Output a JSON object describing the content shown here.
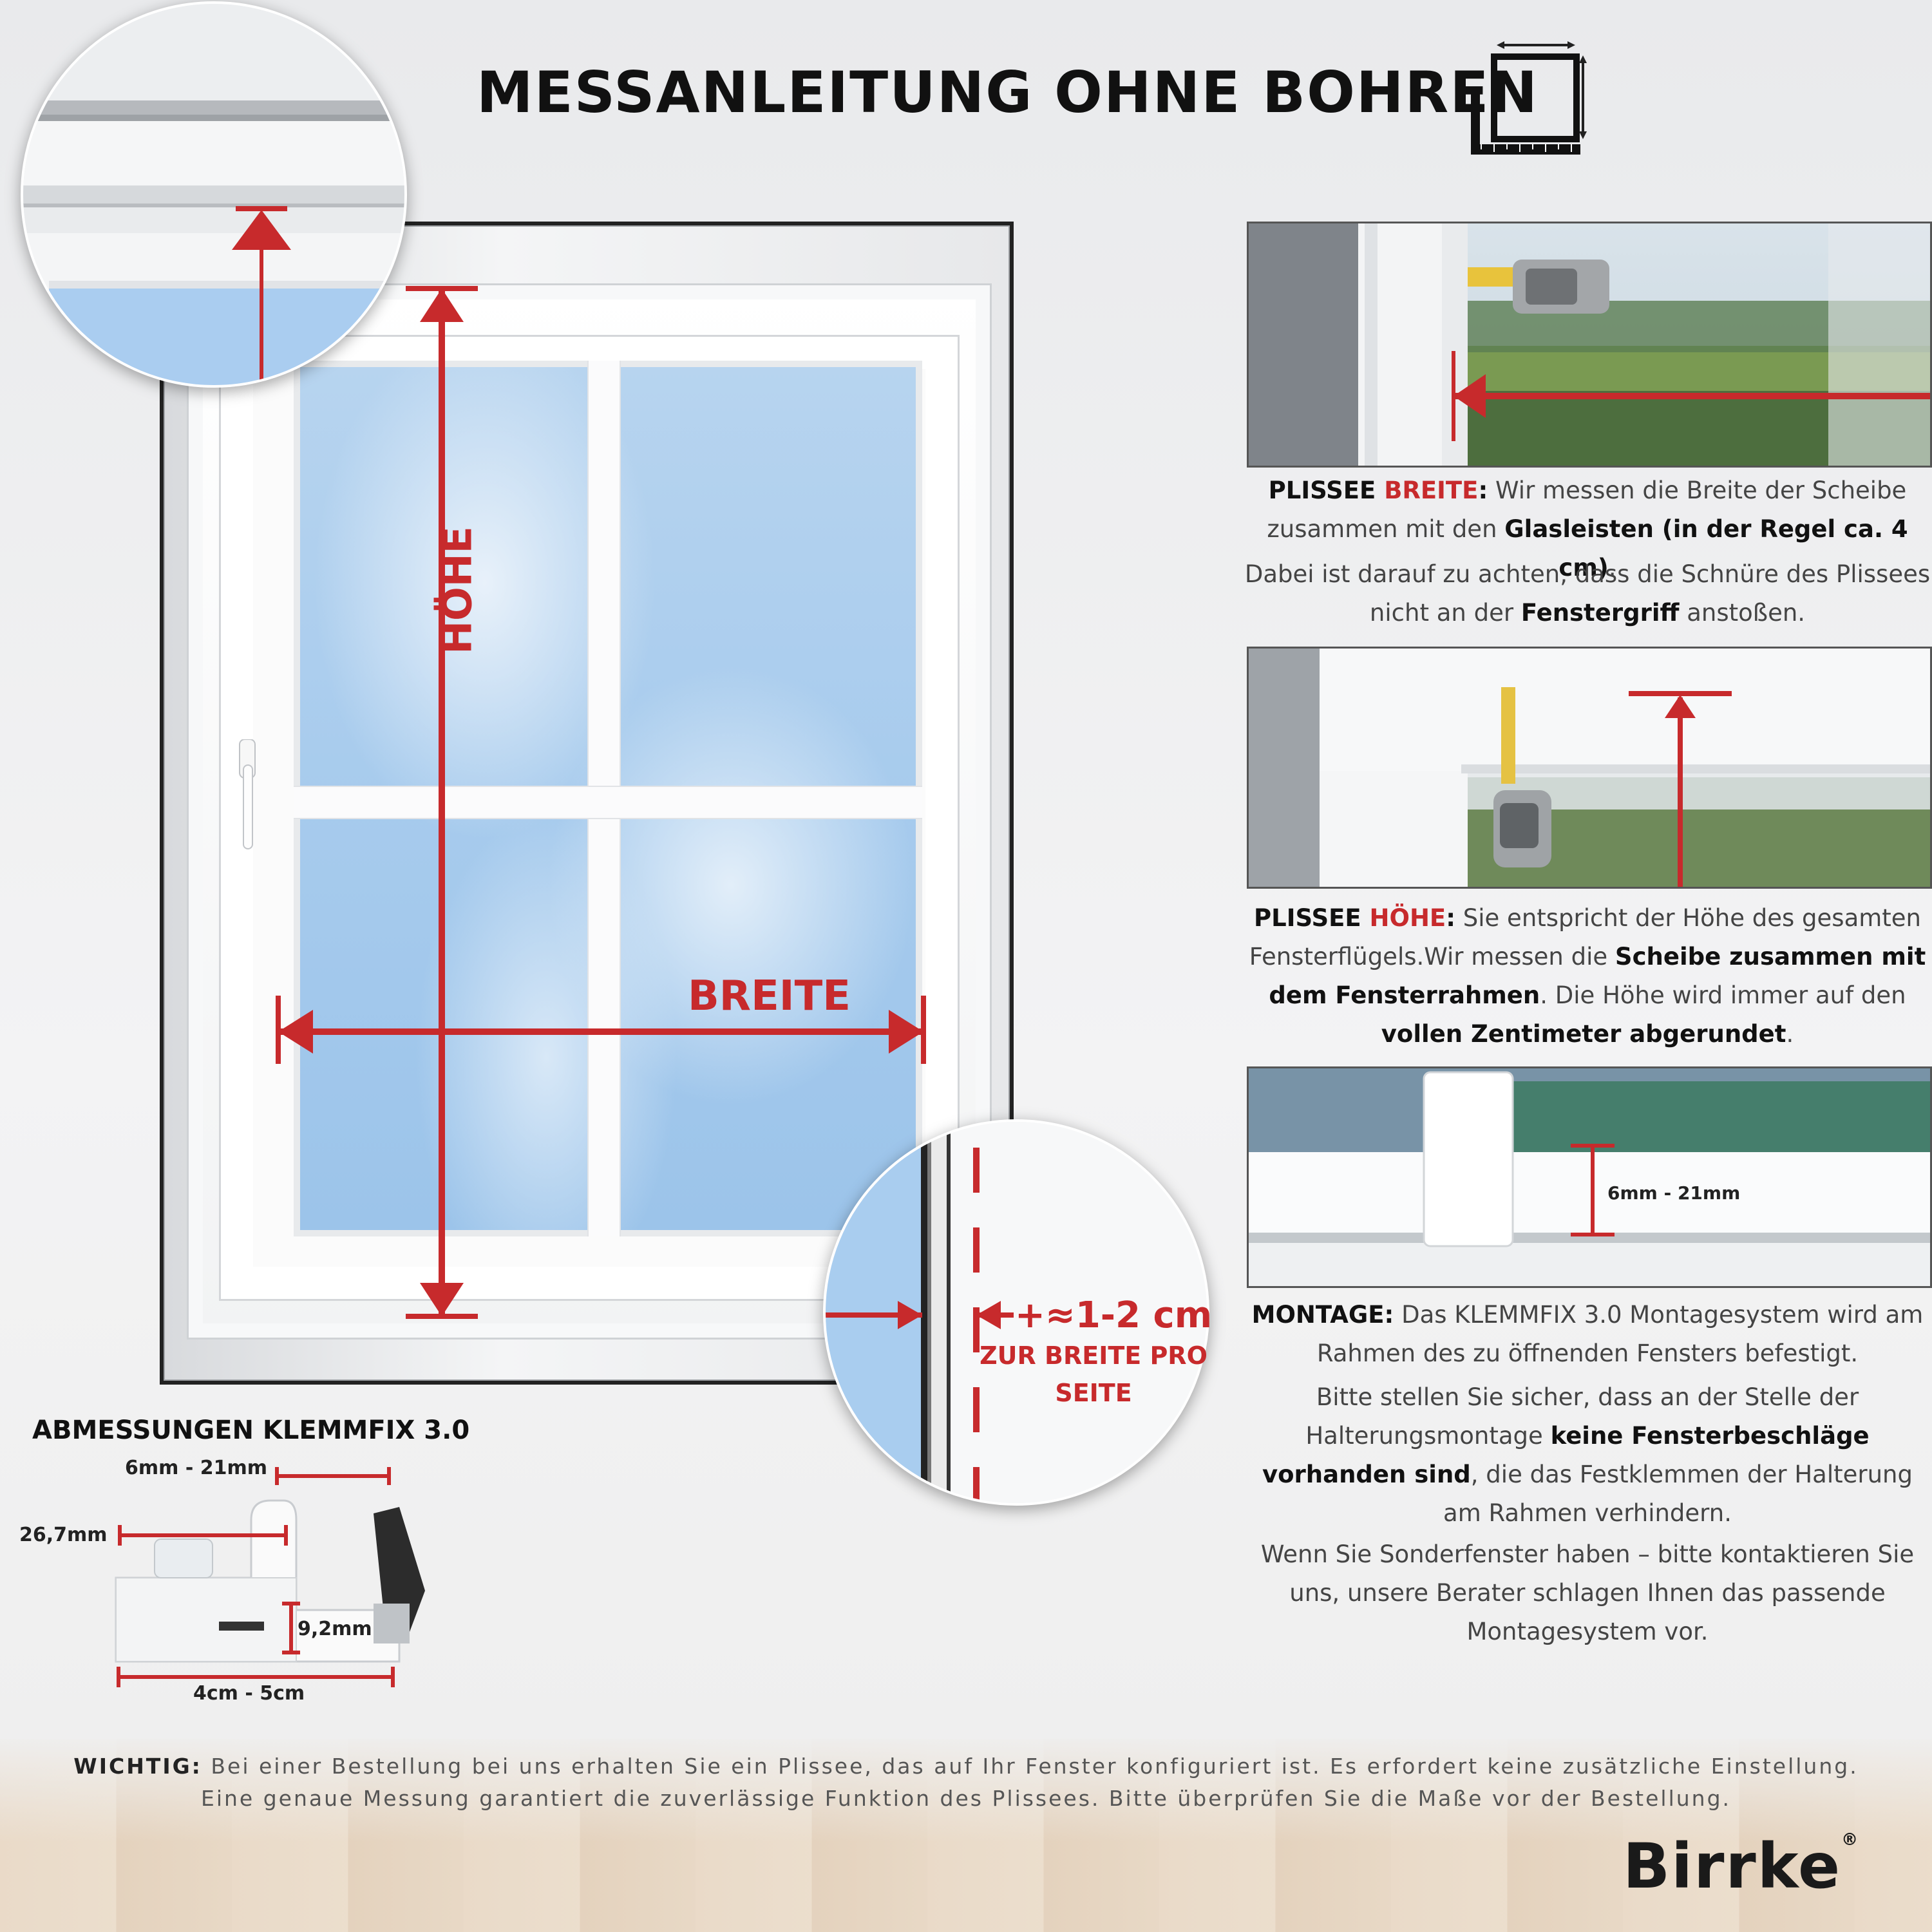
{
  "title": "MESSANLEITUNG OHNE BOHREN",
  "icons": {
    "measure": "square-ruler-icon",
    "handle": "window-handle-icon"
  },
  "colors": {
    "accent_red": "#c72a2c",
    "text_dark": "#111111",
    "sky_blue": "#a7cbed"
  },
  "window": {
    "height_label": "HÖHE",
    "width_label": "BREITE"
  },
  "side_zoom": {
    "add_text": "+≈1-2 cm",
    "note": "ZUR BREITE PRO SEITE"
  },
  "breite": {
    "lead": "PLISSEE ",
    "keyword": "BREITE",
    "colon": ":",
    "text_1": " Wir messen die Breite der Scheibe zusammen mit den ",
    "bold_1": "Glasleisten (in der Regel ca. 4 cm)",
    "end_1": ".",
    "text_2": "Dabei ist darauf zu achten, dass die Schnüre des Plissees nicht an der ",
    "bold_2": "Fenstergriff",
    "end_2": " anstoßen."
  },
  "hoehe": {
    "lead": "PLISSEE ",
    "keyword": "HÖHE",
    "colon": ":",
    "text_1": " Sie entspricht der Höhe des gesamten Fensterflügels.Wir messen die ",
    "bold_1": "Scheibe zusammen mit dem Fensterrahmen",
    "text_2": ". Die Höhe wird immer auf den ",
    "bold_2": "vollen Zentimeter abgerundet",
    "end": "."
  },
  "montage": {
    "photo_range": "6mm - 21mm",
    "lead": "MONTAGE:",
    "text_1": " Das KLEMMFIX 3.0 Montagesystem wird am Rahmen des zu öffnenden Fensters befestigt.",
    "text_2": "Bitte stellen Sie sicher, dass an der Stelle der Halterungsmontage ",
    "bold_2": "keine Fensterbeschläge vorhanden sind",
    "text_2b": ", die das Festklemmen der Halterung am Rahmen verhindern.",
    "text_3": "Wenn Sie Sonderfenster haben – bitte kontaktieren Sie uns, unsere Berater schlagen Ihnen das passende Montagesystem vor."
  },
  "klemmfix": {
    "title": "ABMESSUNGEN KLEMMFIX 3.0",
    "dim_top": "6mm - 21mm",
    "dim_left": "26,7mm",
    "dim_height": "9,2mm",
    "dim_bottom": "4cm - 5cm"
  },
  "footer": {
    "lead": "WICHTIG:",
    "line_1": " Bei einer Bestellung bei uns erhalten Sie ein Plissee, das auf Ihr Fenster konfiguriert ist. Es erfordert keine zusätzliche Einstellung.",
    "line_2": "Eine genaue Messung garantiert die zuverlässige Funktion des Plissees. Bitte überprüfen Sie die Maße vor der Bestellung."
  },
  "brand": {
    "name": "Birrke",
    "mark": "®"
  }
}
